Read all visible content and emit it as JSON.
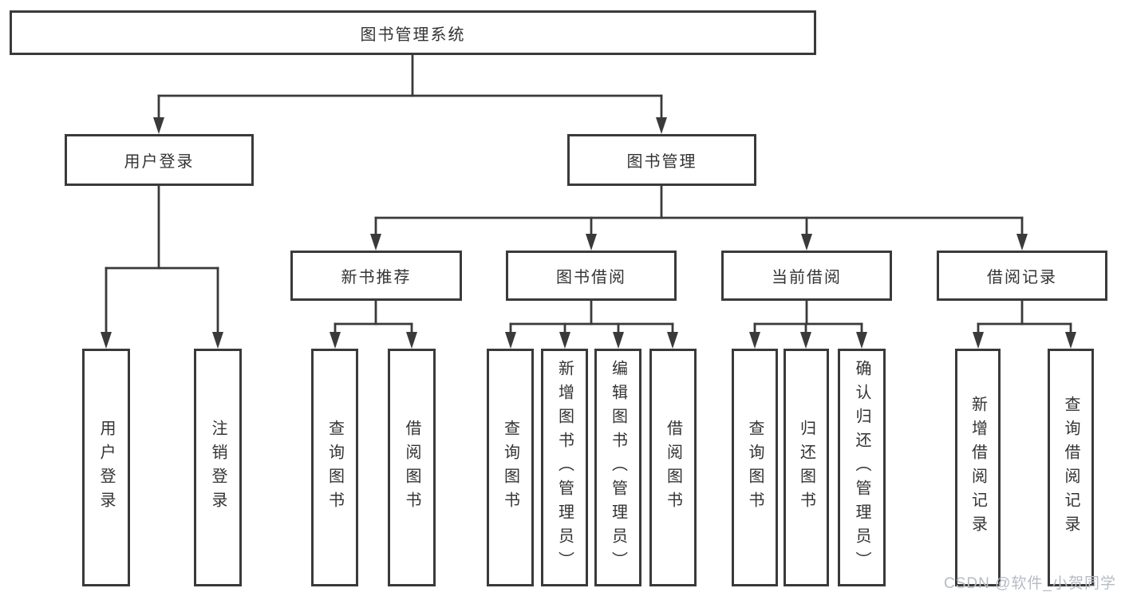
{
  "colors": {
    "line": "#3a3a3a",
    "box_border": "#3a3a3a",
    "box_fill": "#ffffff",
    "text": "#333333",
    "watermark": "#b7bbc3",
    "background": "#ffffff"
  },
  "diagram": {
    "root": {
      "label": "图书管理系统"
    },
    "level2": [
      {
        "label": "用户登录"
      },
      {
        "label": "图书管理"
      }
    ],
    "branches": [
      {
        "label": "新书推荐"
      },
      {
        "label": "图书借阅"
      },
      {
        "label": "当前借阅"
      },
      {
        "label": "借阅记录"
      }
    ],
    "leaves": [
      {
        "label": "用户登录"
      },
      {
        "label": "注销登录"
      },
      {
        "label": "查询图书"
      },
      {
        "label": "借阅图书"
      },
      {
        "label": "查询图书"
      },
      {
        "label": "新增图书（管理员）"
      },
      {
        "label": "编辑图书（管理员）"
      },
      {
        "label": "借阅图书"
      },
      {
        "label": "查询图书"
      },
      {
        "label": "归还图书"
      },
      {
        "label": "确认归还（管理员）"
      },
      {
        "label": "新增借阅记录"
      },
      {
        "label": "查询借阅记录"
      }
    ]
  },
  "watermark": {
    "text": "CSDN @软件_小贺同学"
  }
}
